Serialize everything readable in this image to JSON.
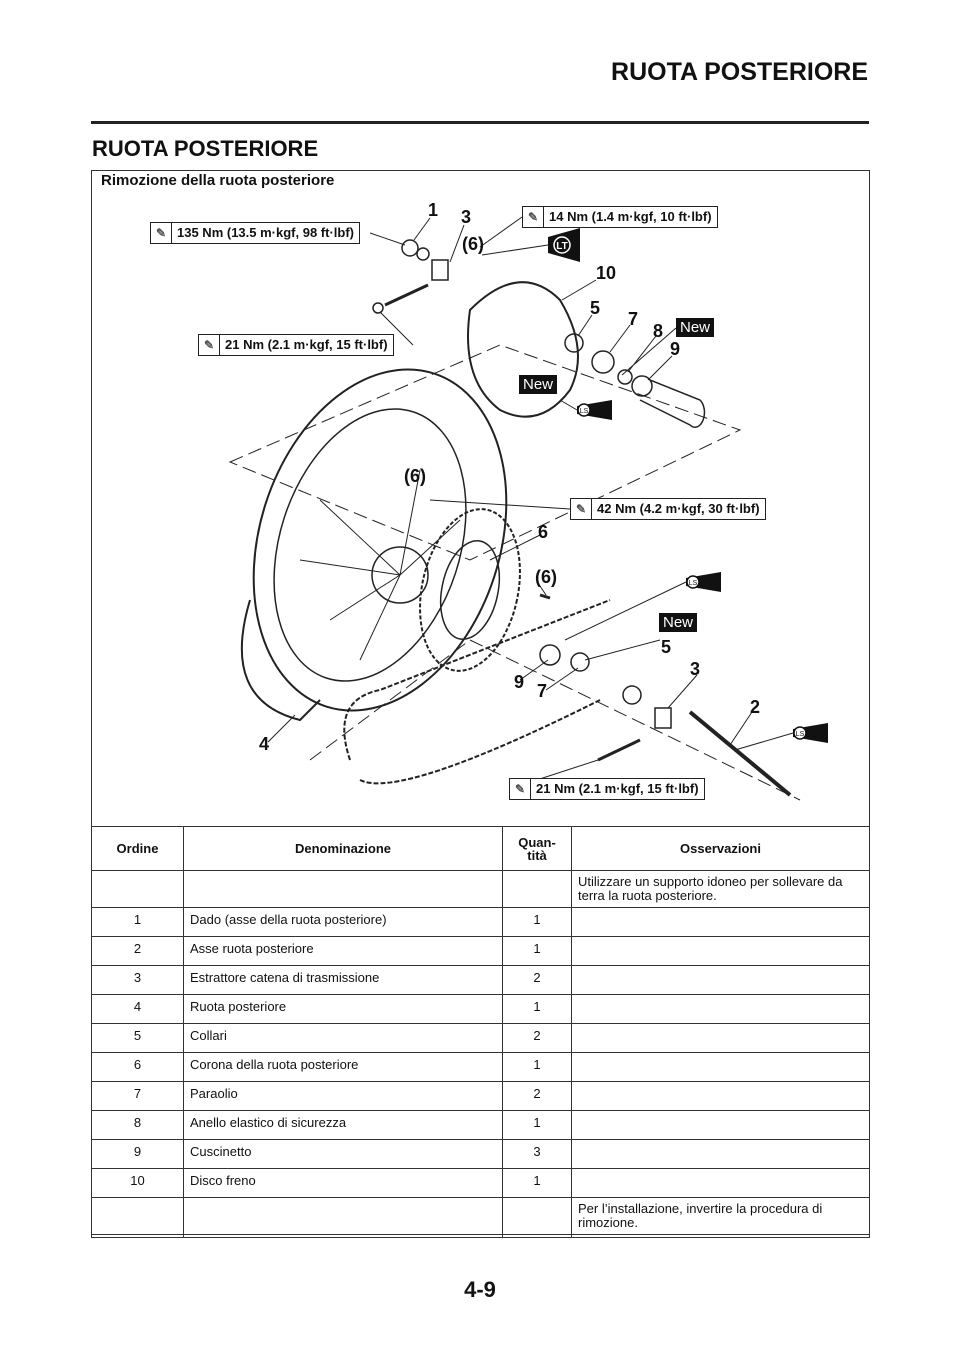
{
  "header": {
    "section": "RUOTA POSTERIORE"
  },
  "title": "RUOTA POSTERIORE",
  "diagram": {
    "subtitle": "Rimozione della ruota posteriore",
    "torques": [
      "135 Nm (13.5 m·kgf, 98 ft·lbf)",
      "14 Nm (1.4 m·kgf, 10 ft·lbf)",
      "21 Nm (2.1 m·kgf, 15 ft·lbf)",
      "42 Nm (4.2 m·kgf, 30 ft·lbf)",
      "21 Nm (2.1 m·kgf, 15 ft·lbf)"
    ],
    "callouts": [
      "1",
      "3",
      "(6)",
      "10",
      "5",
      "7",
      "8",
      "9",
      "(6)",
      "6",
      "(6)",
      "5",
      "3",
      "2",
      "9",
      "7",
      "4"
    ],
    "new_label": "New",
    "lt_label": "LT",
    "ls_label": "LS"
  },
  "table": {
    "headers": [
      "Ordine",
      "Denominazione",
      "Quan-\ntità",
      "Osservazioni"
    ],
    "first_note": "Utilizzare un supporto idoneo per sollevare da terra la ruota posteriore.",
    "rows": [
      {
        "order": "1",
        "name": "Dado (asse della ruota posteriore)",
        "qty": "1"
      },
      {
        "order": "2",
        "name": "Asse ruota posteriore",
        "qty": "1"
      },
      {
        "order": "3",
        "name": "Estrattore catena di trasmissione",
        "qty": "2"
      },
      {
        "order": "4",
        "name": "Ruota posteriore",
        "qty": "1"
      },
      {
        "order": "5",
        "name": "Collari",
        "qty": "2"
      },
      {
        "order": "6",
        "name": "Corona della ruota posteriore",
        "qty": "1"
      },
      {
        "order": "7",
        "name": "Paraolio",
        "qty": "2"
      },
      {
        "order": "8",
        "name": "Anello elastico di sicurezza",
        "qty": "1"
      },
      {
        "order": "9",
        "name": "Cuscinetto",
        "qty": "3"
      },
      {
        "order": "10",
        "name": "Disco freno",
        "qty": "1"
      }
    ],
    "last_note": "Per l’installazione, invertire la procedura di rimozione."
  },
  "footer": {
    "page": "4-9"
  }
}
